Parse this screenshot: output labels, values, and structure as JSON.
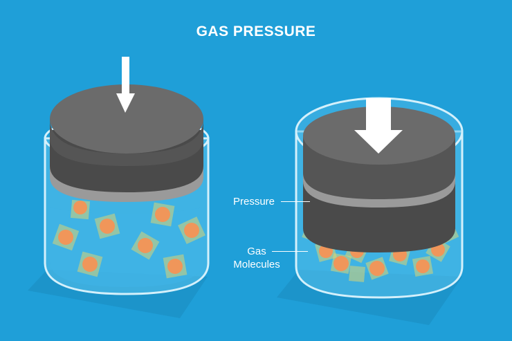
{
  "title": "GAS PRESSURE",
  "labels": {
    "pressure": "Pressure",
    "gas_line1": "Gas",
    "gas_line2": "Molecules"
  },
  "colors": {
    "background": "#1f9fd8",
    "piston_top": "#6b6b6b",
    "piston_side": "#4a4a4a",
    "molecule": "#f0965a",
    "arrow": "#ffffff"
  }
}
